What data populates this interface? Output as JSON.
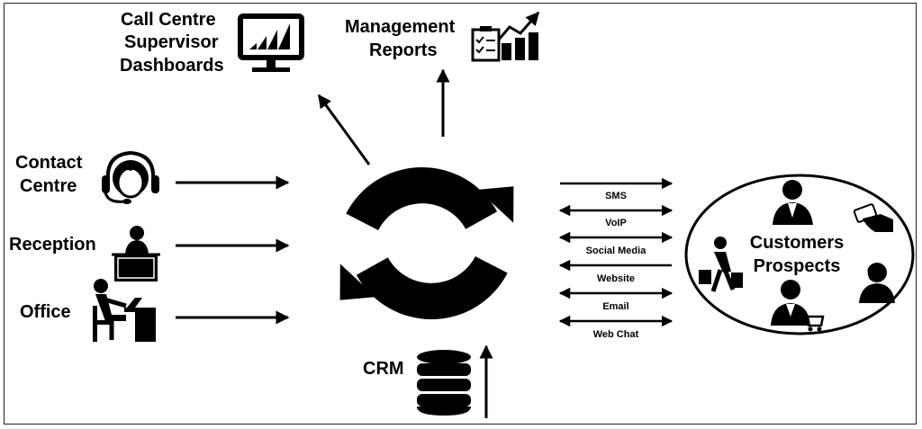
{
  "sources": {
    "contact_centre": [
      "Contact",
      "Centre"
    ],
    "reception": "Reception",
    "office": "Office"
  },
  "outputs": {
    "dashboards": [
      "Call Centre",
      "Supervisor",
      "Dashboards"
    ],
    "reports": [
      "Management",
      "Reports"
    ]
  },
  "hub": {
    "crm": "CRM"
  },
  "channels": [
    "SMS",
    "VoIP",
    "Social Media",
    "Website",
    "Email",
    "Web Chat"
  ],
  "customers": {
    "line1": "Customers",
    "line2": "Prospects"
  },
  "icons": {
    "contact_centre": "headset-agent-icon",
    "reception": "reception-desk-icon",
    "office": "office-worker-icon",
    "dashboards": "monitor-chart-icon",
    "reports": "checklist-growth-chart-icon",
    "crm": "database-icon",
    "hub": "sync-cycle-icon"
  }
}
